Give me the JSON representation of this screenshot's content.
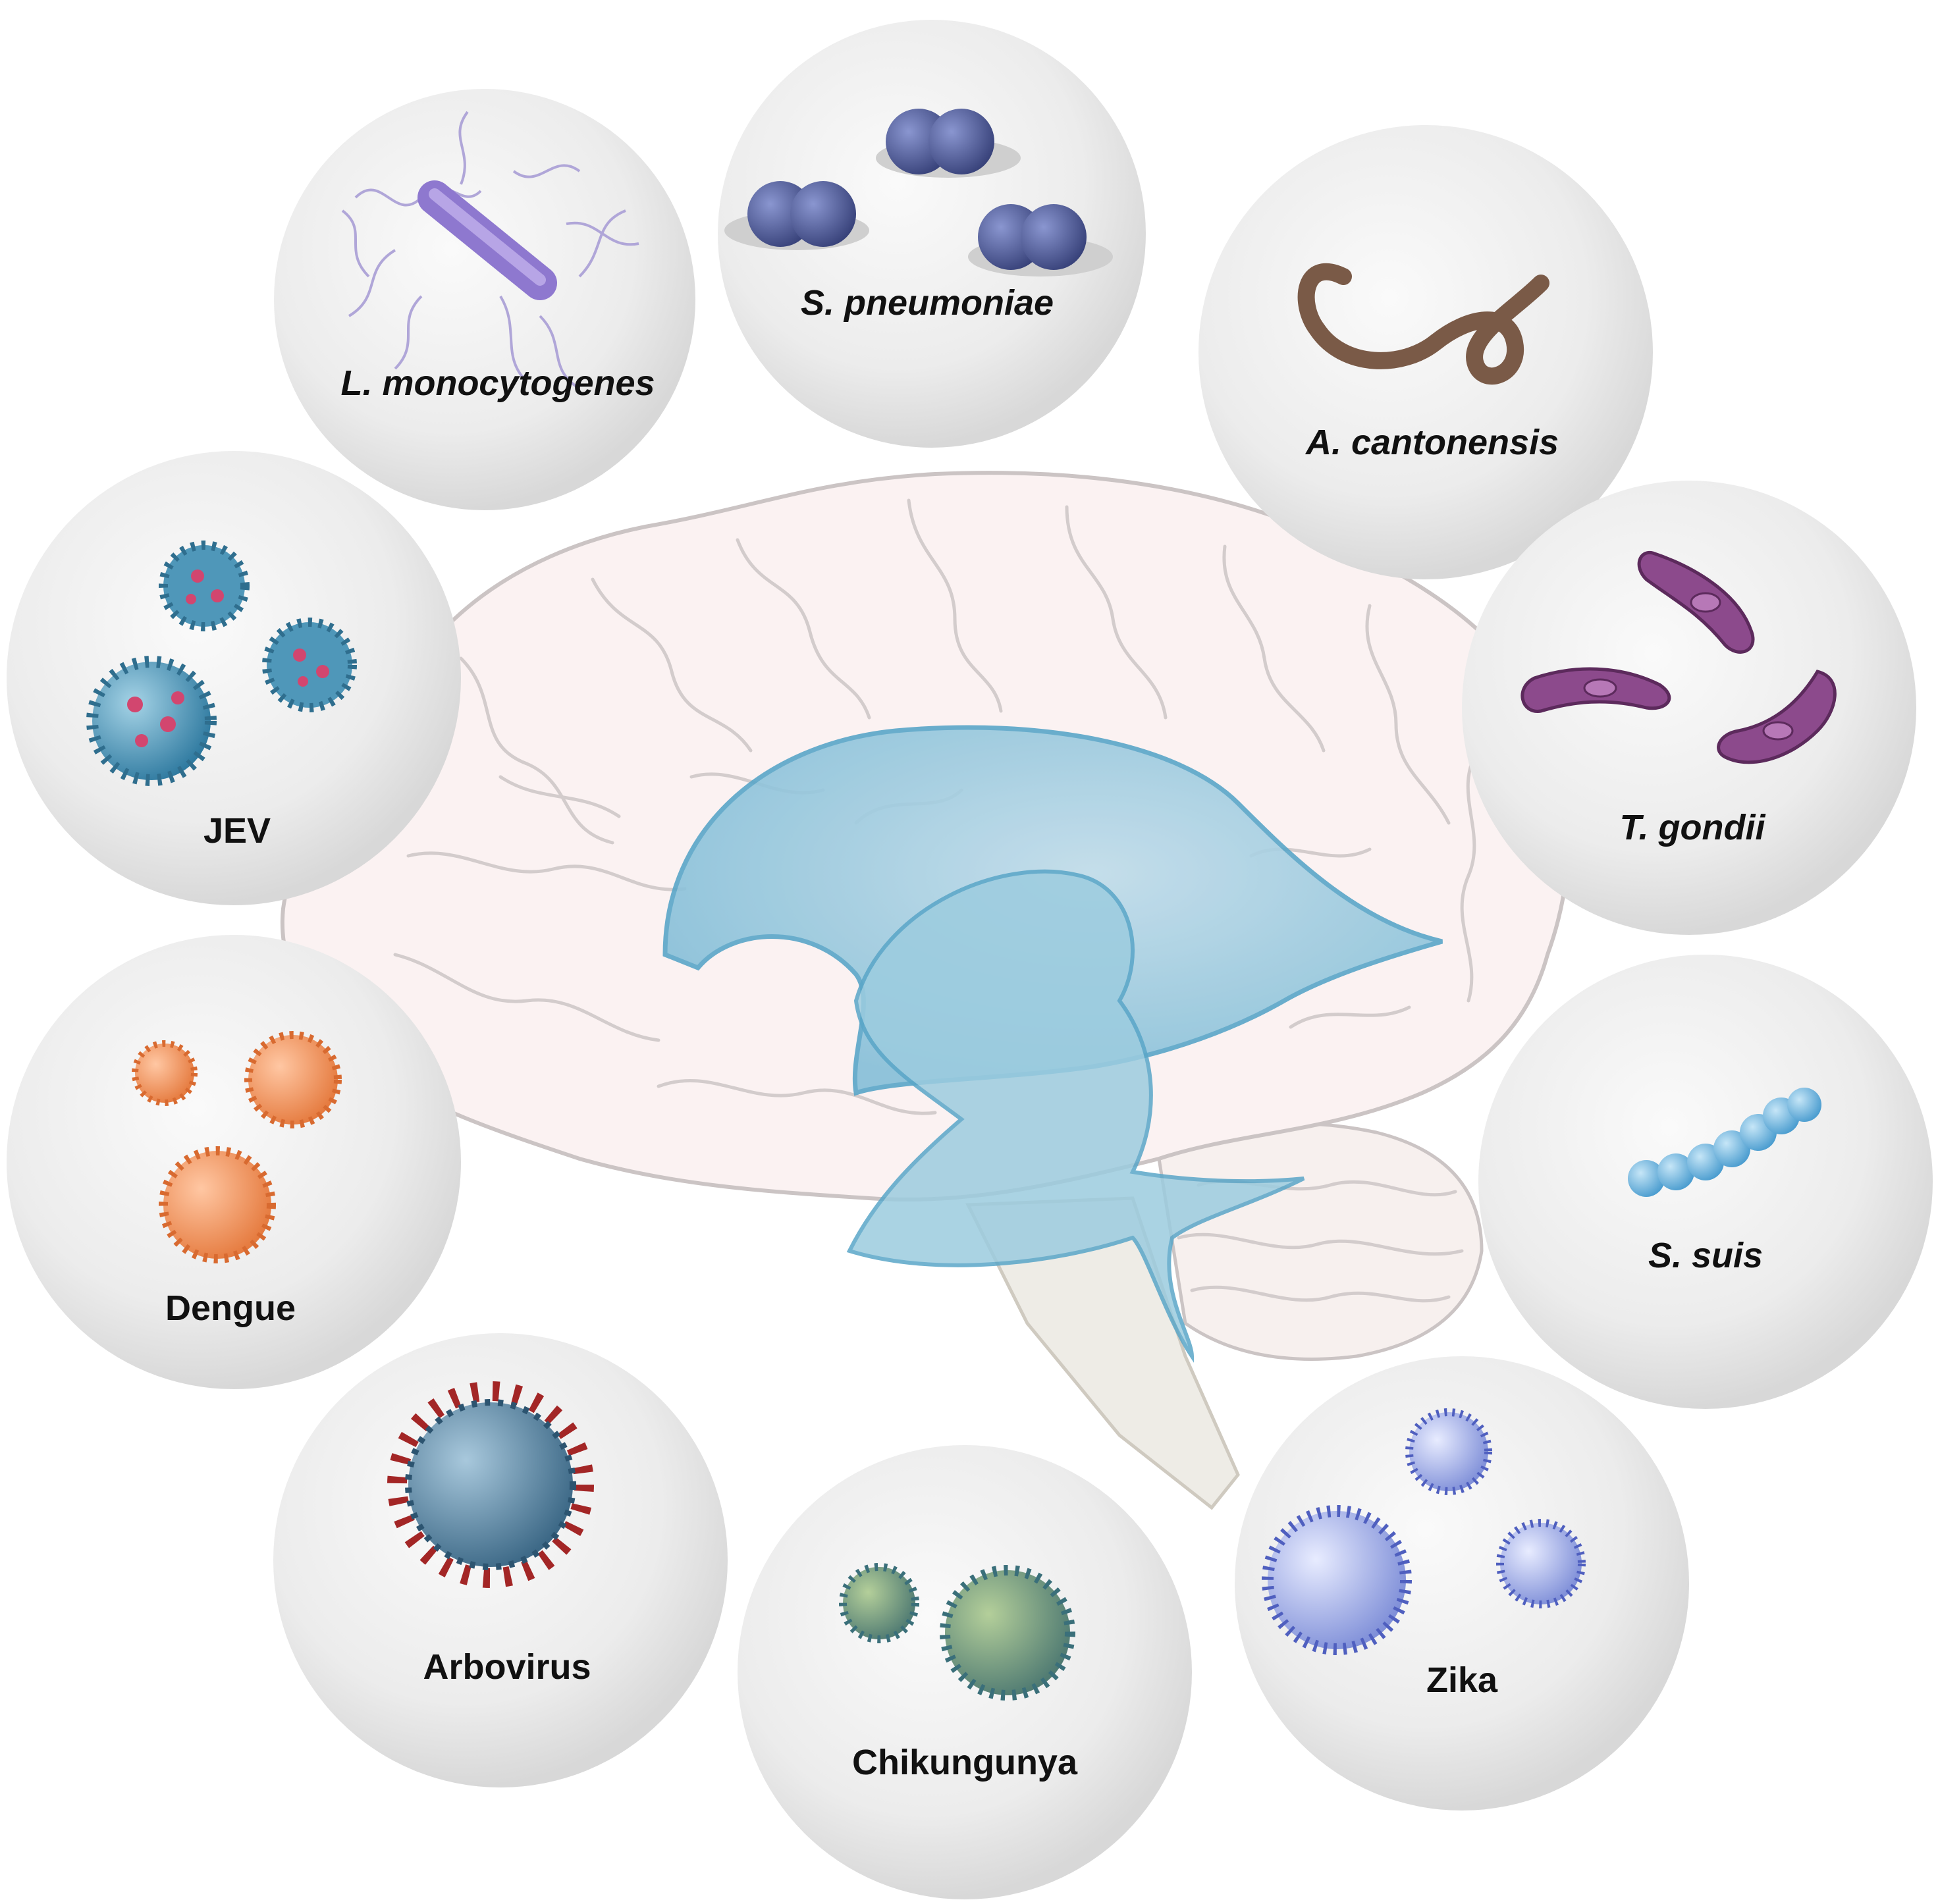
{
  "pathogens": {
    "l_monocytogenes": "L. monocytogenes",
    "s_pneumoniae": "S. pneumoniae",
    "a_cantonensis": "A. cantonensis",
    "jev": "JEV",
    "t_gondii": "T. gondii",
    "dengue": "Dengue",
    "s_suis": "S. suis",
    "arbovirus": "Arbovirus",
    "chikungunya": "Chikungunya",
    "zika": "Zika"
  },
  "colors": {
    "circle_fill": "#ededed",
    "brain_fill": "#fbf2f2",
    "brain_outline": "#c9c9c9",
    "ventricle": "#6fb3d0",
    "listeria": "#b9a6e0",
    "pneumoniae": "#45518f",
    "cantonensis": "#7a5a47",
    "gondii": "#8c4a8c",
    "jev_body": "#4f97b9",
    "jev_dots": "#d2466f",
    "dengue": "#ec8a55",
    "suis": "#6ab2df",
    "arbovirus_body": "#5a8aa8",
    "arbovirus_spikes": "#a32626",
    "chikungunya": "#6e9573",
    "zika": "#5a6ec2"
  }
}
